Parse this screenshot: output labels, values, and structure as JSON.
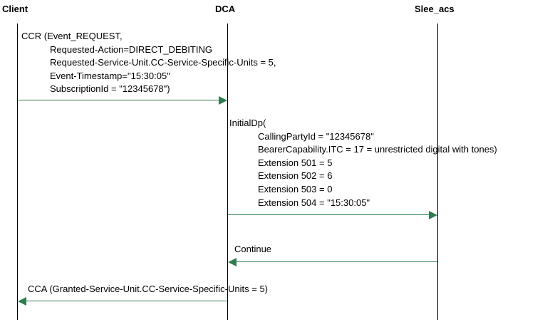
{
  "participants": {
    "client": "Client",
    "dca": "DCA",
    "slee": "Slee_acs"
  },
  "colors": {
    "arrow": "#2e7d4f",
    "lifeline": "#000000"
  },
  "messages": {
    "ccr": {
      "first_line": "CCR (Event_REQUEST,",
      "params": [
        "Requested-Action=DIRECT_DEBITING",
        "Requested-Service-Unit.CC-Service-Specific-Units = 5,",
        "Event-Timestamp=\"15:30:05\"",
        "SubscriptionId = \"12345678\")"
      ],
      "from": "Client",
      "to": "DCA"
    },
    "initialdp": {
      "first_line": "InitialDp(",
      "params": [
        "CallingPartyId = \"12345678\"",
        "BearerCapability.ITC = 17 = unrestricted digital with tones)",
        "Extension 501 = 5",
        "Extension 502 = 6",
        "Extension 503 = 0",
        "Extension 504 = \"15:30:05\""
      ],
      "from": "DCA",
      "to": "Slee_acs"
    },
    "continue": {
      "label": "Continue",
      "from": "Slee_acs",
      "to": "DCA"
    },
    "cca": {
      "label": "CCA (Granted-Service-Unit.CC-Service-Specific-Units = 5)",
      "from": "DCA",
      "to": "Client"
    }
  }
}
